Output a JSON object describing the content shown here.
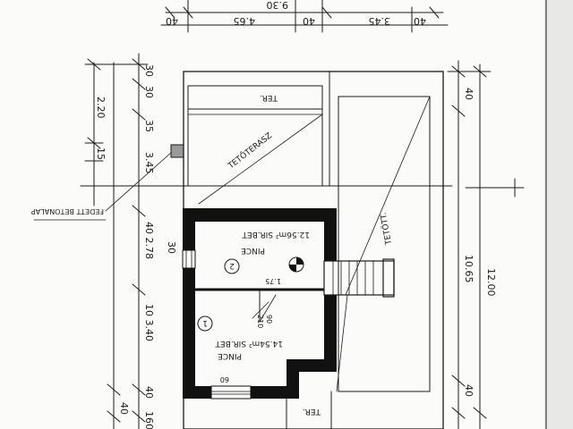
{
  "top_dimensions": {
    "overall": "9.30",
    "parts": [
      "40",
      "4.65",
      "40",
      "3.45",
      "40"
    ]
  },
  "left_dimensions": {
    "upper": [
      "30",
      "2.20",
      "15"
    ],
    "middle": [
      "30",
      "35",
      "3.45"
    ],
    "room_span": "40 2.78",
    "lower": "10 3.40",
    "window": "30",
    "bottom": [
      "40",
      "40",
      "160"
    ]
  },
  "right_dimensions": {
    "outer": "12.00",
    "inner": "10.65",
    "small": [
      "40",
      "40"
    ]
  },
  "room_1": {
    "number": "1",
    "name": "PINCE",
    "area": "14.54m² SIR.BET"
  },
  "room_2": {
    "number": "2",
    "name": "PINCE",
    "area": "12.56m² SIR.BET"
  },
  "labels": {
    "terrace_top": "TER.",
    "terrace_diag": "TETŐTERASZ",
    "terrace_right": "TETŐTT.",
    "terrace_bottom": "TER.",
    "left_note": "FEDETT BETONALAP",
    "stair": "1.75",
    "door_1": "90",
    "door_2": "210",
    "bottom_door": "60"
  },
  "colors": {
    "ink": "#1a1a1a",
    "paper": "#fbfbf9",
    "wall": "#111111"
  }
}
